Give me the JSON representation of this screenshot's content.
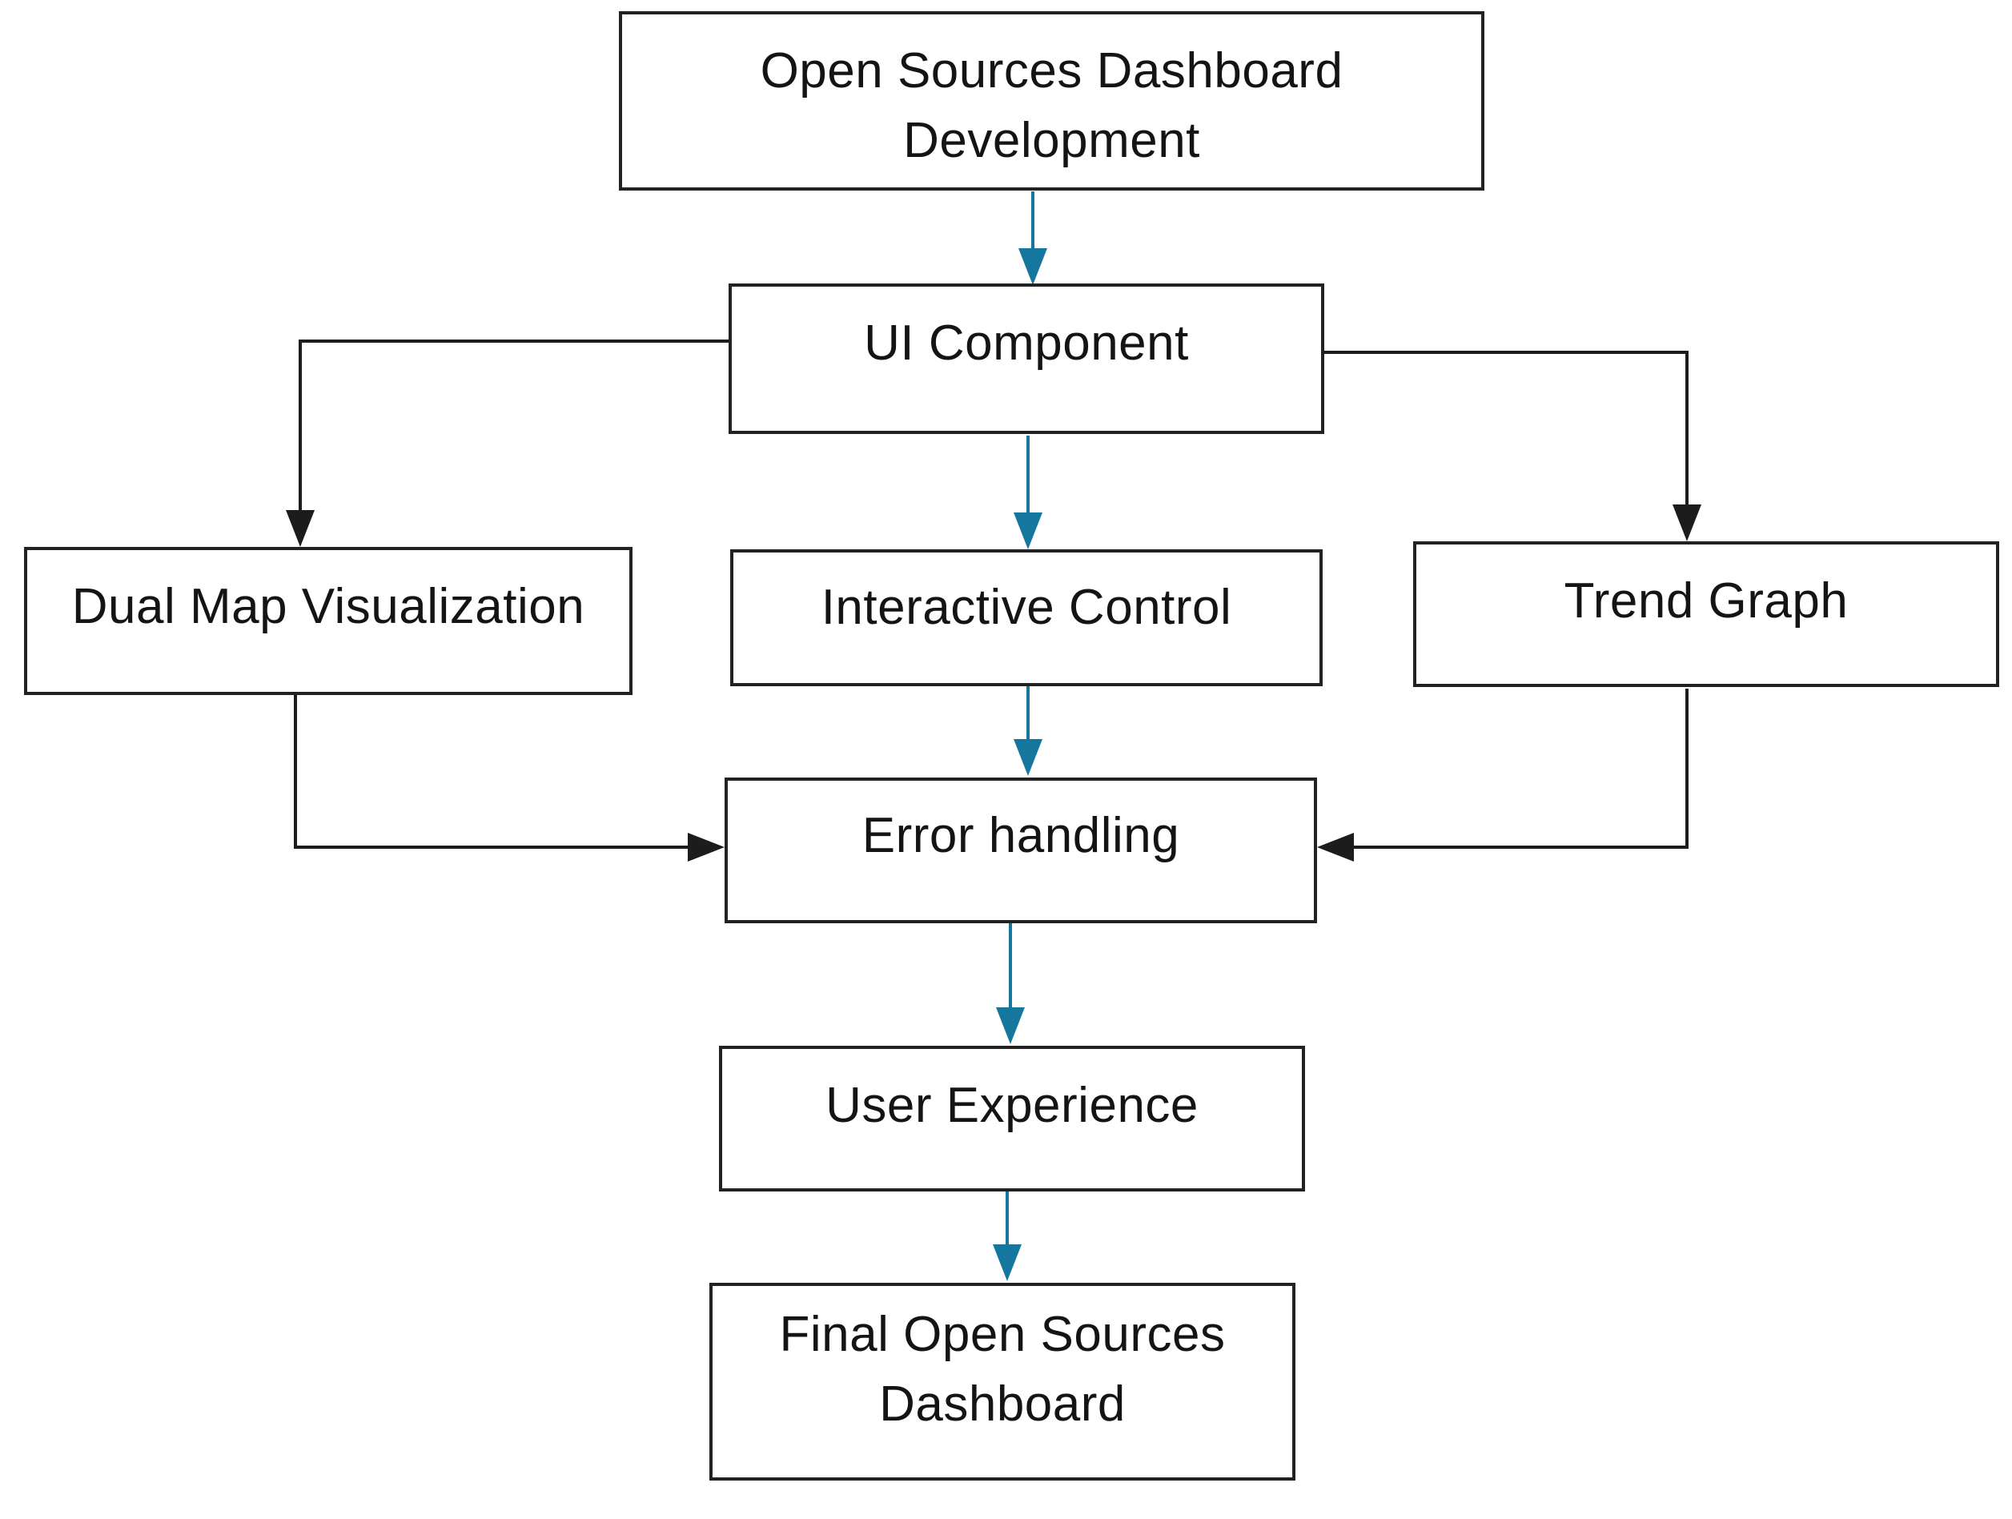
{
  "colors": {
    "background": "#ffffff",
    "box_border": "#222222",
    "text": "#141414",
    "arrow_black": "#1c1c1c",
    "arrow_blue": "#15769E"
  },
  "nodes": {
    "top": {
      "label": [
        "Open Sources Dashboard",
        "Development"
      ]
    },
    "ui": {
      "label": [
        "UI Component"
      ]
    },
    "dual_map": {
      "label": [
        "Dual Map Visualization"
      ]
    },
    "interactive": {
      "label": [
        "Interactive Control"
      ]
    },
    "trend": {
      "label": [
        "Trend Graph"
      ]
    },
    "error": {
      "label": [
        "Error handling"
      ]
    },
    "ux": {
      "label": [
        "User Experience"
      ]
    },
    "final": {
      "label": [
        "Final Open Sources",
        "Dashboard"
      ]
    }
  },
  "edges": [
    {
      "from": "Open Sources Dashboard Development",
      "to": "UI Component",
      "color": "blue",
      "style": "straight-down"
    },
    {
      "from": "UI Component",
      "to": "Dual Map Visualization",
      "color": "black",
      "style": "elbow-left-down"
    },
    {
      "from": "UI Component",
      "to": "Interactive Control",
      "color": "blue",
      "style": "straight-down"
    },
    {
      "from": "UI Component",
      "to": "Trend Graph",
      "color": "black",
      "style": "elbow-right-down"
    },
    {
      "from": "Dual Map Visualization",
      "to": "Error handling",
      "color": "black",
      "style": "elbow-down-right"
    },
    {
      "from": "Interactive Control",
      "to": "Error handling",
      "color": "blue",
      "style": "straight-down"
    },
    {
      "from": "Trend Graph",
      "to": "Error handling",
      "color": "black",
      "style": "elbow-down-left"
    },
    {
      "from": "Error handling",
      "to": "User Experience",
      "color": "blue",
      "style": "straight-down"
    },
    {
      "from": "User Experience",
      "to": "Final Open Sources Dashboard",
      "color": "blue",
      "style": "straight-down"
    }
  ]
}
